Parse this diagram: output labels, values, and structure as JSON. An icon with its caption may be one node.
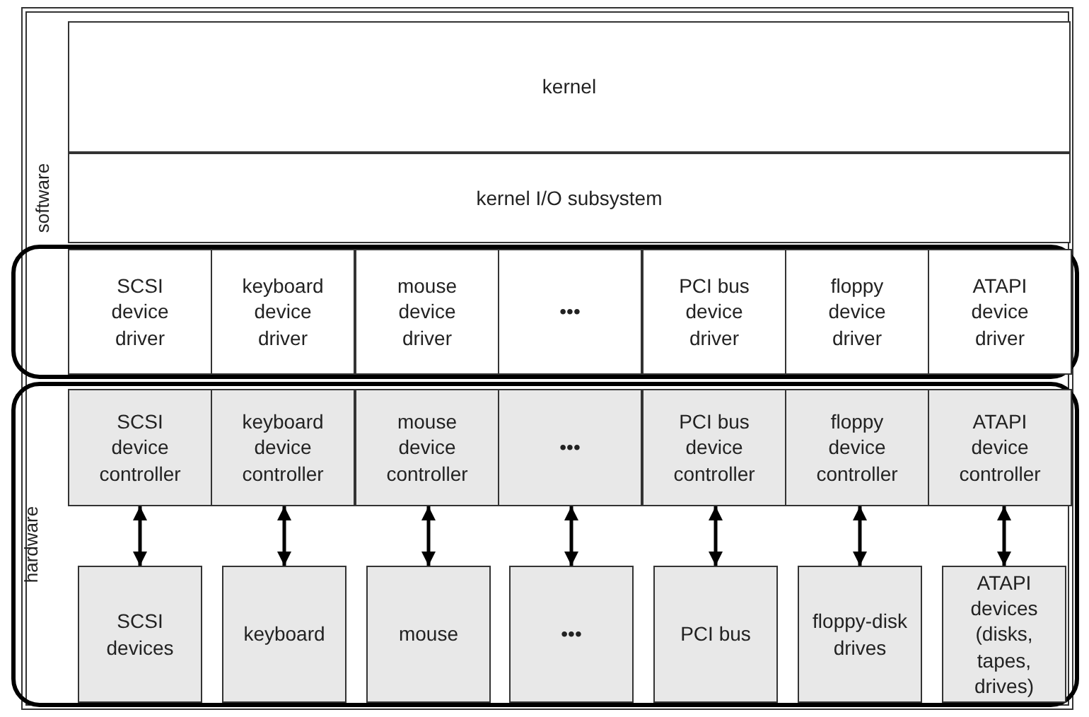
{
  "diagram": {
    "nodes": [
      {
        "text": [
          "kernel"
        ]
      },
      {
        "text": [
          "kernel I/O subsystem"
        ]
      },
      {
        "text": [],
        "shape": "box"
      },
      {
        "text": [
          "SCSI device driver"
        ],
        "in": 2
      },
      {
        "text": [
          "keyboard device driver"
        ],
        "in": 2
      },
      {
        "text": [
          "mouse device driver"
        ],
        "in": 2
      },
      {
        "text": [
          "•••"
        ],
        "in": 2
      },
      {
        "text": [
          "PCI bus device driver"
        ],
        "in": 2
      },
      {
        "text": [
          "floppy device driver"
        ],
        "in": 2
      },
      {
        "text": [
          "ATAPI device driver"
        ],
        "in": 2
      },
      {
        "text": [
          "hardware"
        ]
      },
      {
        "text": [
          "SCSI device controller"
        ],
        "in": 10
      },
      {
        "text": [
          "keyboard device controller"
        ],
        "in": 10
      },
      {
        "text": [
          "mouse device controller"
        ],
        "in": 10
      },
      {
        "text": [
          "•••"
        ],
        "in": 10
      },
      {
        "text": [
          "PCI bus device controller"
        ],
        "in": 10
      },
      {
        "text": [
          "floppy device controller"
        ],
        "in": 10
      },
      {
        "text": [
          "ATAPI device controller"
        ],
        "in": 10
      },
      {
        "text": [
          "SCSI devices"
        ],
        "in": 10
      },
      {
        "text": [
          "keyboard"
        ],
        "in": 10
      },
      {
        "text": [
          "mouse"
        ],
        "in": 10
      },
      {
        "text": [
          "•••"
        ],
        "in": 10
      },
      {
        "text": [
          "PCI bus"
        ],
        "in": 10
      },
      {
        "text": [
          "floppy-disk drives"
        ],
        "in": 10
      },
      {
        "text": [
          "ATAPI devices (disks, tapes, drives)"
        ],
        "in": 10
      }
    ],
    "edges": [
      {
        "from": 11,
        "to": 18,
        "arrow": "both"
      },
      {
        "from": 12,
        "to": 19,
        "arrow": "both"
      },
      {
        "from": 13,
        "to": 20,
        "arrow": "both"
      },
      {
        "from": 14,
        "to": 21,
        "arrow": "both"
      },
      {
        "from": 15,
        "to": 22,
        "arrow": "both"
      },
      {
        "from": 16,
        "to": 23,
        "arrow": "both"
      },
      {
        "from": 17,
        "to": 24,
        "arrow": "both"
      }
    ],
    "labels": [
      "software"
    ]
  }
}
